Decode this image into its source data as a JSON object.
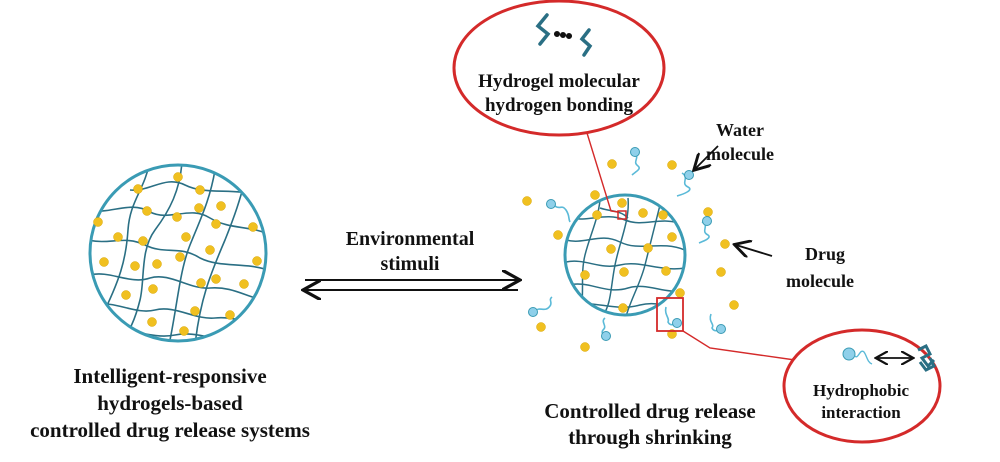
{
  "colors": {
    "network": "#2a6f84",
    "sphere": "#3a9bb4",
    "drug": "#f0c020",
    "drug_stroke": "#d9a600",
    "water": "#8fd0ea",
    "water_tail": "#5bbad8",
    "callout": "#d42a2a",
    "text": "#111111"
  },
  "left": {
    "caption": [
      "Intelligent-responsive",
      "hydrogels-based",
      "controlled drug release systems"
    ]
  },
  "middle": {
    "label": [
      "Environmental",
      "stimuli"
    ]
  },
  "right": {
    "caption": [
      "Controlled drug release",
      "through shrinking"
    ],
    "water_label": [
      "Water",
      "molecule"
    ],
    "drug_label": [
      "Drug",
      "molecule"
    ]
  },
  "callouts": {
    "top": {
      "label": [
        "Hydrogel molecular",
        "hydrogen bonding"
      ],
      "icon": "hydrogen-bond-icon"
    },
    "bottom": {
      "label": [
        "Hydrophobic",
        "interaction"
      ],
      "icon": "hydrophobic-interaction-icon"
    }
  }
}
